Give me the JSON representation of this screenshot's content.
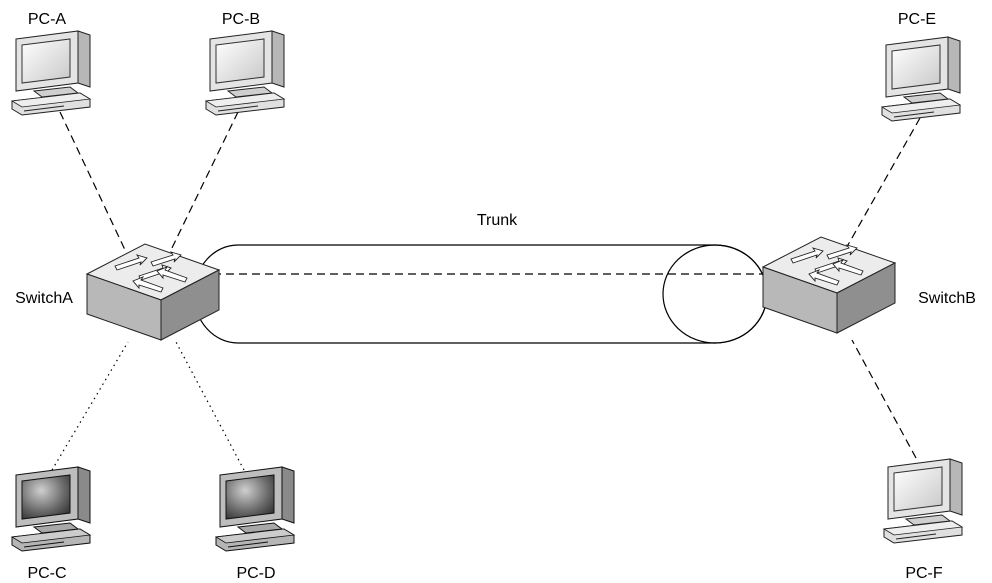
{
  "diagram": {
    "trunk_label": "Trunk",
    "switches": [
      {
        "id": "switch-a",
        "label": "SwitchA"
      },
      {
        "id": "switch-b",
        "label": "SwitchB"
      }
    ],
    "pcs": [
      {
        "id": "pc-a",
        "label": "PC-A",
        "style": "light"
      },
      {
        "id": "pc-b",
        "label": "PC-B",
        "style": "light"
      },
      {
        "id": "pc-c",
        "label": "PC-C",
        "style": "dark"
      },
      {
        "id": "pc-d",
        "label": "PC-D",
        "style": "dark"
      },
      {
        "id": "pc-e",
        "label": "PC-E",
        "style": "light"
      },
      {
        "id": "pc-f",
        "label": "PC-F",
        "style": "light"
      }
    ],
    "links": [
      {
        "from": "PC-A",
        "to": "SwitchA",
        "line": "dashed"
      },
      {
        "from": "PC-B",
        "to": "SwitchA",
        "line": "dashed"
      },
      {
        "from": "PC-C",
        "to": "SwitchA",
        "line": "dotted"
      },
      {
        "from": "PC-D",
        "to": "SwitchA",
        "line": "dotted"
      },
      {
        "from": "PC-E",
        "to": "SwitchB",
        "line": "dashed"
      },
      {
        "from": "PC-F",
        "to": "SwitchB",
        "line": "dashed"
      },
      {
        "from": "SwitchA",
        "to": "SwitchB",
        "line": "dashed",
        "via": "Trunk"
      }
    ]
  }
}
